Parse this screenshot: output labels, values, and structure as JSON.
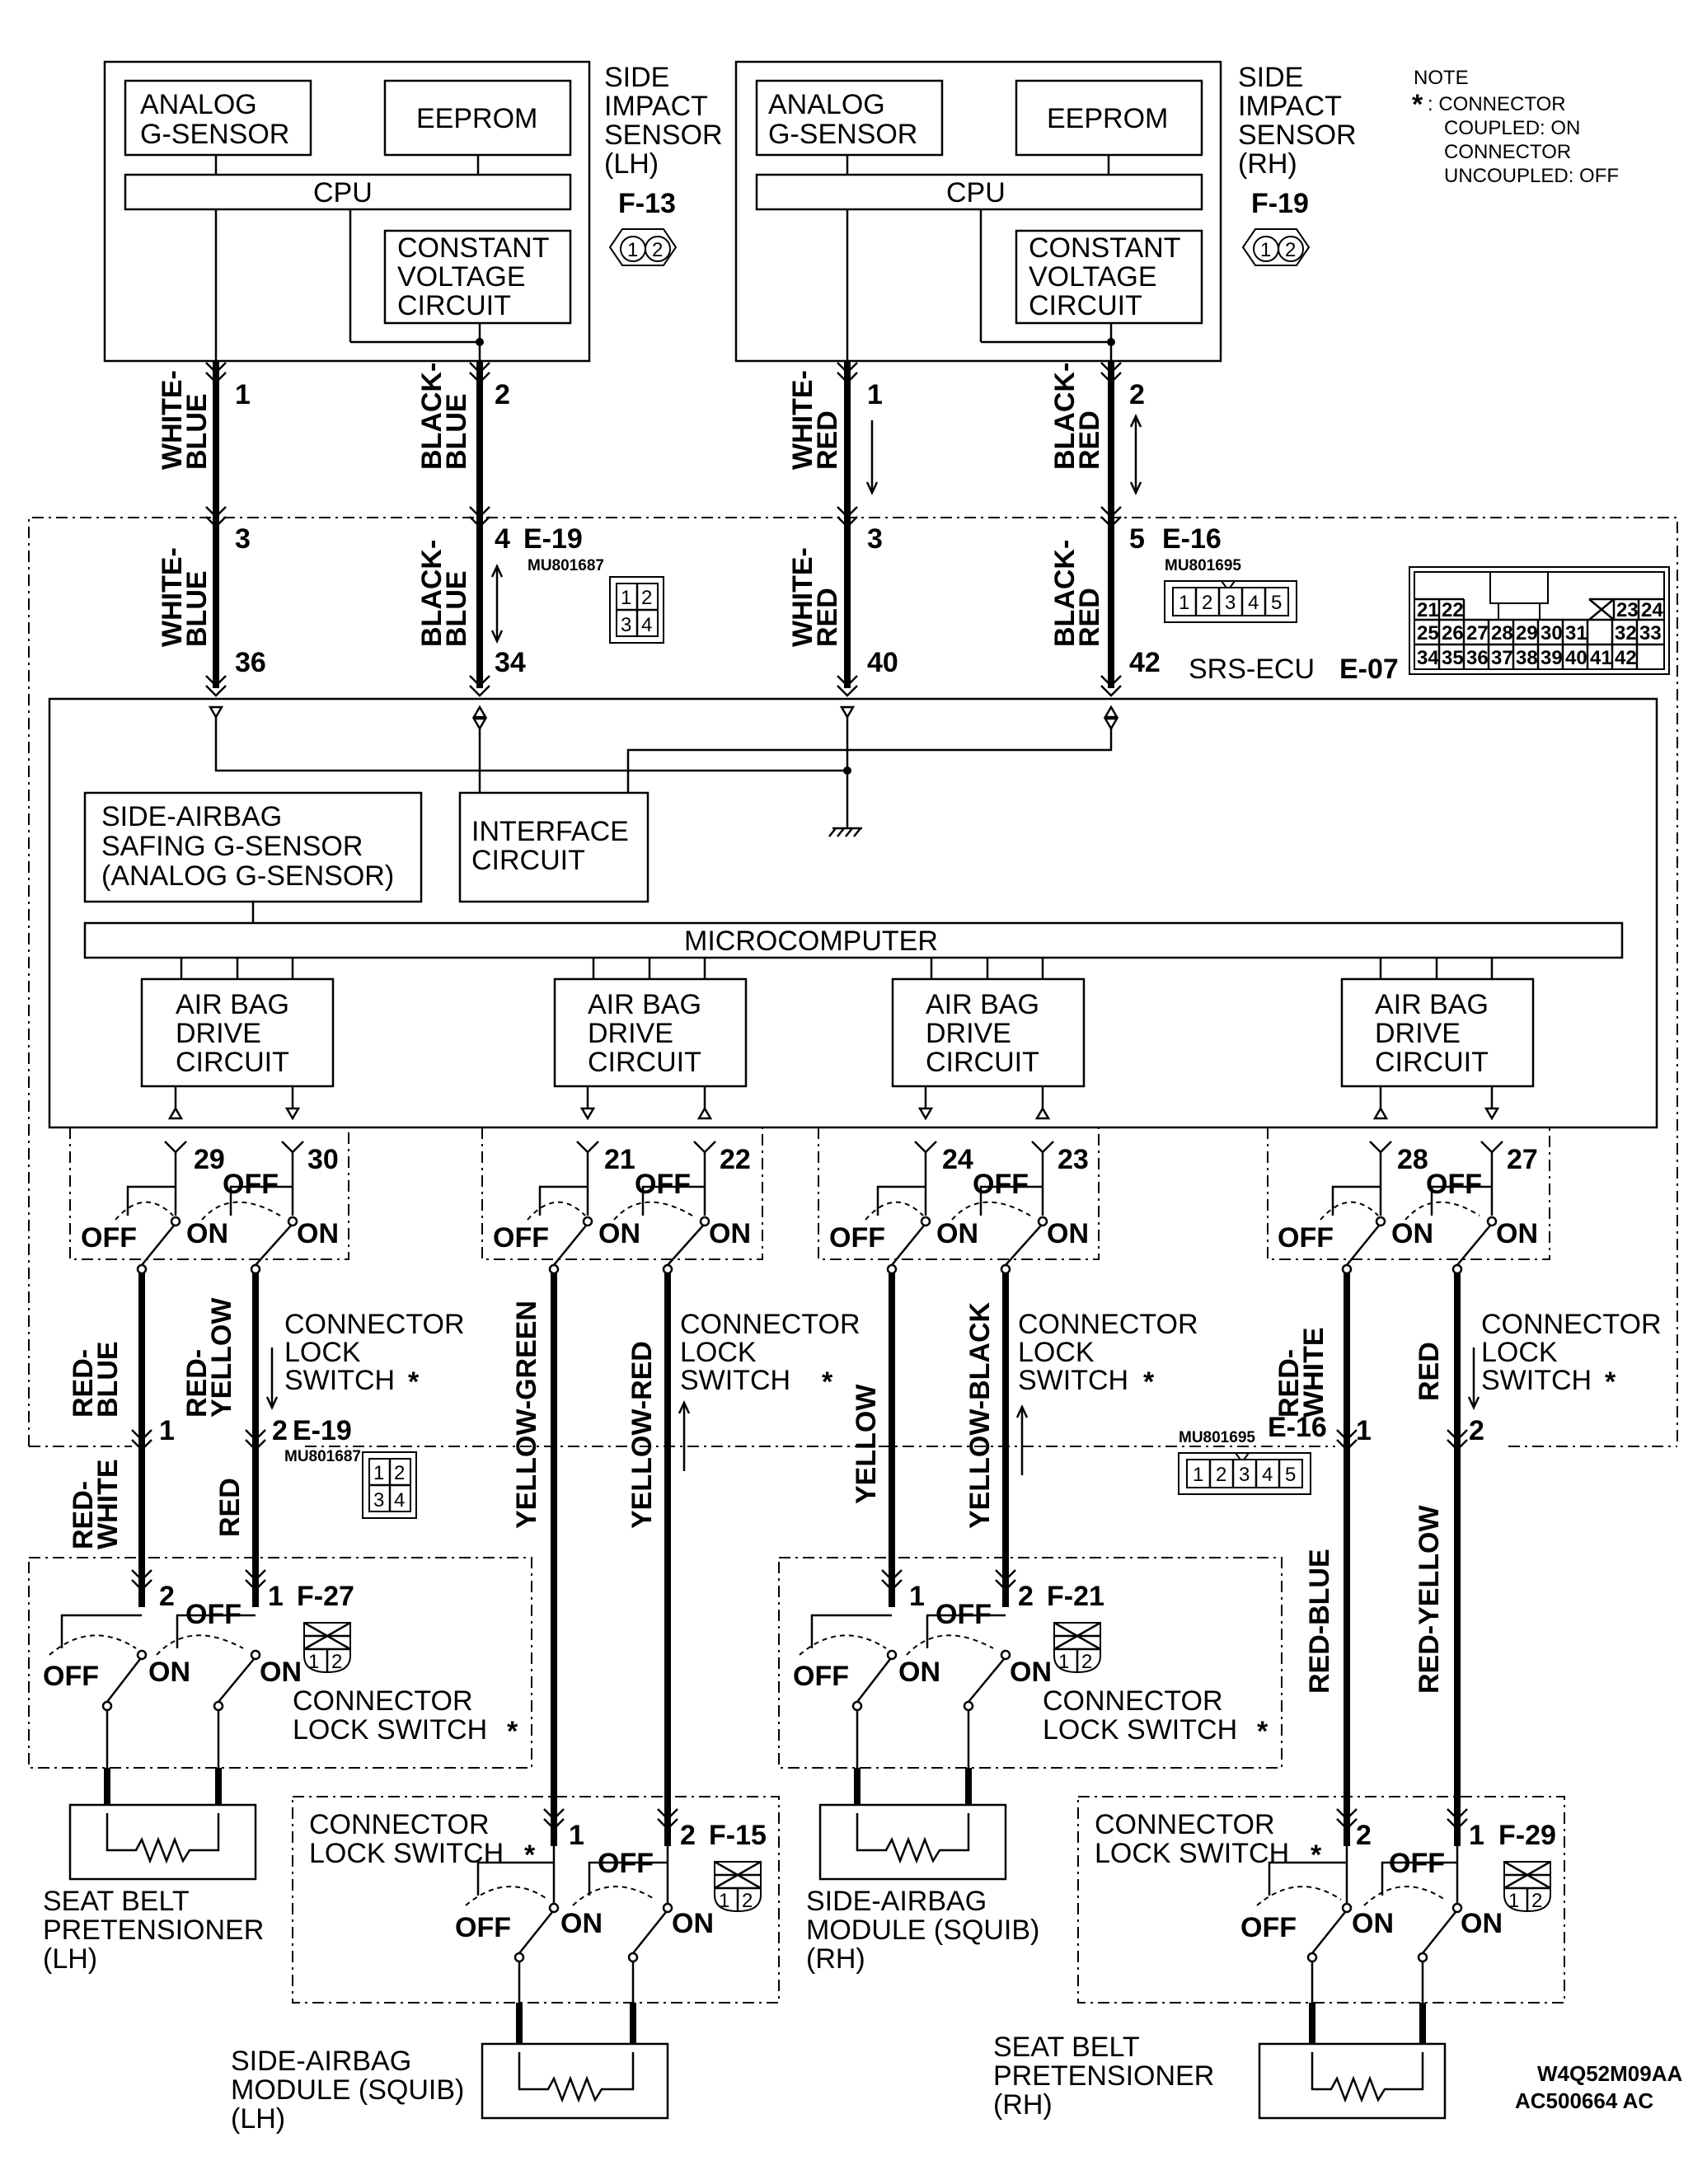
{
  "sensor_lh": {
    "analog": [
      "ANALOG",
      "G-SENSOR"
    ],
    "eeprom": "EEPROM",
    "cpu": "CPU",
    "constant": [
      "CONSTANT",
      "VOLTAGE",
      "CIRCUIT"
    ],
    "title": [
      "SIDE",
      "IMPACT",
      "SENSOR",
      "(LH)"
    ],
    "connector": "F-13"
  },
  "sensor_rh": {
    "analog": [
      "ANALOG",
      "G-SENSOR"
    ],
    "eeprom": "EEPROM",
    "cpu": "CPU",
    "constant": [
      "CONSTANT",
      "VOLTAGE",
      "CIRCUIT"
    ],
    "title": [
      "SIDE",
      "IMPACT",
      "SENSOR",
      "(RH)"
    ],
    "connector": "F-19"
  },
  "note": {
    "title": "NOTE",
    "star": "*",
    "lines": [
      ": CONNECTOR",
      "COUPLED: ON",
      "CONNECTOR",
      "UNCOUPLED: OFF"
    ]
  },
  "wires_top": [
    {
      "color": [
        "WHITE-",
        "BLUE"
      ],
      "pin_top": "1",
      "pin_mid": "3",
      "pin_ecu": "36"
    },
    {
      "color": [
        "BLACK-",
        "BLUE"
      ],
      "pin_top": "2",
      "pin_mid": "4",
      "pin_ecu": "34"
    },
    {
      "color": [
        "WHITE-",
        "RED"
      ],
      "pin_top": "1",
      "pin_mid": "3",
      "pin_ecu": "40"
    },
    {
      "color": [
        "BLACK-",
        "RED"
      ],
      "pin_top": "2",
      "pin_mid": "5",
      "pin_ecu": "42"
    }
  ],
  "wires_mid": [
    {
      "color": [
        "WHITE-",
        "BLUE"
      ]
    },
    {
      "color": [
        "BLACK-",
        "BLUE"
      ]
    },
    {
      "color": [
        "WHITE-",
        "RED"
      ]
    },
    {
      "color": [
        "BLACK-",
        "RED"
      ]
    }
  ],
  "conn_e19_top": {
    "name": "E-19",
    "part": "MU801687",
    "pins": [
      "1",
      "2",
      "3",
      "4"
    ]
  },
  "conn_e16_top": {
    "name": "E-16",
    "part": "MU801695",
    "pins": [
      "1",
      "2",
      "3",
      "4",
      "5"
    ]
  },
  "ecu": {
    "title": "SRS-ECU",
    "connector": "E-07",
    "safing": [
      "SIDE-AIRBAG",
      "SAFING G-SENSOR",
      "(ANALOG G-SENSOR)"
    ],
    "interface": [
      "INTERFACE",
      "CIRCUIT"
    ],
    "micro": "MICROCOMPUTER",
    "drive": [
      "AIR BAG",
      "DRIVE",
      "CIRCUIT"
    ],
    "pins_row1": [
      "21",
      "22",
      "",
      "",
      "",
      "",
      "",
      "23",
      "24"
    ],
    "pins_row2": [
      "25",
      "26",
      "27",
      "28",
      "29",
      "30",
      "31",
      "32",
      "33"
    ],
    "pins_row3": [
      "34",
      "35",
      "36",
      "37",
      "38",
      "39",
      "40",
      "41",
      "42"
    ]
  },
  "drive_pins": [
    "29",
    "30",
    "21",
    "22",
    "24",
    "23",
    "28",
    "27"
  ],
  "switch": {
    "on": "ON",
    "off": "OFF"
  },
  "lock_switch": {
    "line1": "CONNECTOR",
    "line2": "LOCK",
    "line3": "SWITCH",
    "star": "*"
  },
  "lock_switch_2line": {
    "line1": "CONNECTOR",
    "line2": "LOCK SWITCH",
    "star": "*"
  },
  "wires_low": [
    {
      "color": [
        "RED-",
        "BLUE"
      ]
    },
    {
      "color": [
        "RED-",
        "YELLOW"
      ]
    },
    {
      "color": [
        "YELLOW-GREEN"
      ]
    },
    {
      "color": [
        "YELLOW-RED"
      ]
    },
    {
      "color": [
        "YELLOW"
      ]
    },
    {
      "color": [
        "YELLOW-BLACK"
      ]
    },
    {
      "color": [
        "RED-",
        "WHITE"
      ]
    },
    {
      "color": [
        "RED"
      ]
    }
  ],
  "conn_e19_low": {
    "name": "E-19",
    "part": "MU801687",
    "pin_a": "1",
    "pin_b": "2"
  },
  "conn_e16_low": {
    "name": "E-16",
    "part": "MU801695",
    "pin_a": "1",
    "pin_b": "2"
  },
  "wires_bottom": [
    {
      "color": [
        "RED-",
        "WHITE"
      ]
    },
    {
      "color": [
        "RED"
      ]
    },
    {
      "color": [
        "YELLOW"
      ]
    },
    {
      "color": [
        "YELLOW-BLACK"
      ]
    },
    {
      "color": [
        "RED-BLUE"
      ]
    },
    {
      "color": [
        "RED-YELLOW"
      ]
    }
  ],
  "conn_f27": {
    "name": "F-27",
    "pin_a": "2",
    "pin_b": "1"
  },
  "conn_f21": {
    "name": "F-21",
    "pin_a": "1",
    "pin_b": "2"
  },
  "conn_f15": {
    "name": "F-15",
    "pin_a": "1",
    "pin_b": "2"
  },
  "conn_f29": {
    "name": "F-29",
    "pin_a": "2",
    "pin_b": "1"
  },
  "components": {
    "pretensioner_lh": [
      "SEAT BELT",
      "PRETENSIONER",
      "(LH)"
    ],
    "squib_rh": [
      "SIDE-AIRBAG",
      "MODULE (SQUIB)",
      "(RH)"
    ],
    "squib_lh": [
      "SIDE-AIRBAG",
      "MODULE (SQUIB)",
      "(LH)"
    ],
    "pretensioner_rh": [
      "SEAT BELT",
      "PRETENSIONER",
      "(RH)"
    ]
  },
  "codes": {
    "code1": "W4Q52M09AA",
    "code2": "AC500664 AC"
  }
}
